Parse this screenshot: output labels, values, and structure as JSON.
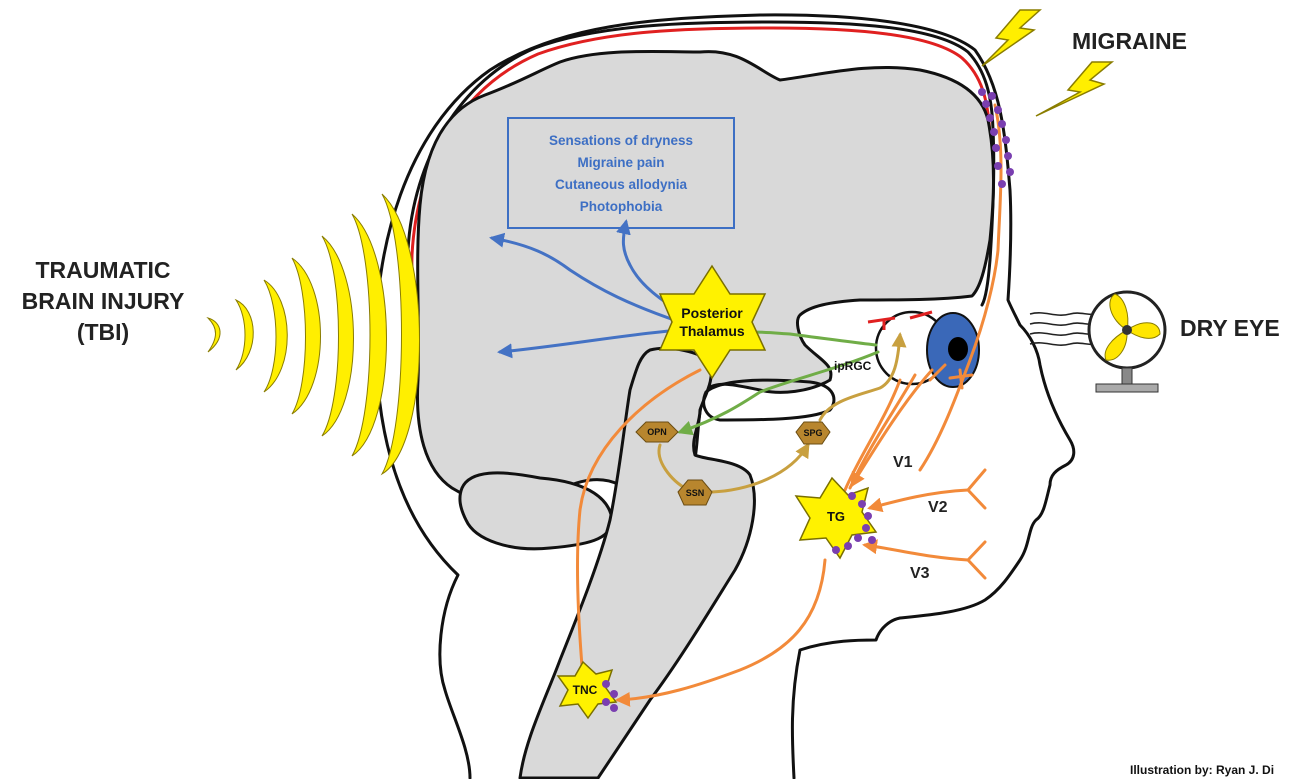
{
  "labels": {
    "tbi_line1": "TRAUMATIC",
    "tbi_line2": "BRAIN INJURY",
    "tbi_line3": "(TBI)",
    "migraine": "MIGRAINE",
    "dry_eye": "DRY EYE",
    "credit": "Illustration by: Ryan J. Di"
  },
  "symptoms_box": {
    "items": [
      "Sensations of dryness",
      "Migraine pain",
      "Cutaneous allodynia",
      "Photophobia"
    ]
  },
  "nodes": {
    "thalamus_line1": "Posterior",
    "thalamus_line2": "Thalamus",
    "tg": "TG",
    "tnc": "TNC",
    "opn": "OPN",
    "ssn": "SSN",
    "spg": "SPG",
    "iprgc": "ipRGC"
  },
  "nerves": {
    "v1": "V1",
    "v2": "V2",
    "v3": "V3"
  },
  "colors": {
    "tissue": "#d9d9d9",
    "nociceptive_pathway": "#f28a3a",
    "thalamic_projection": "#4472c4",
    "iprgc_pathway": "#70ad47",
    "parasympathetic_pathway": "#c8a040",
    "meninges": "#e02020",
    "ganglion": "#fff200",
    "sensitization_dots": "#7a3fb0"
  }
}
